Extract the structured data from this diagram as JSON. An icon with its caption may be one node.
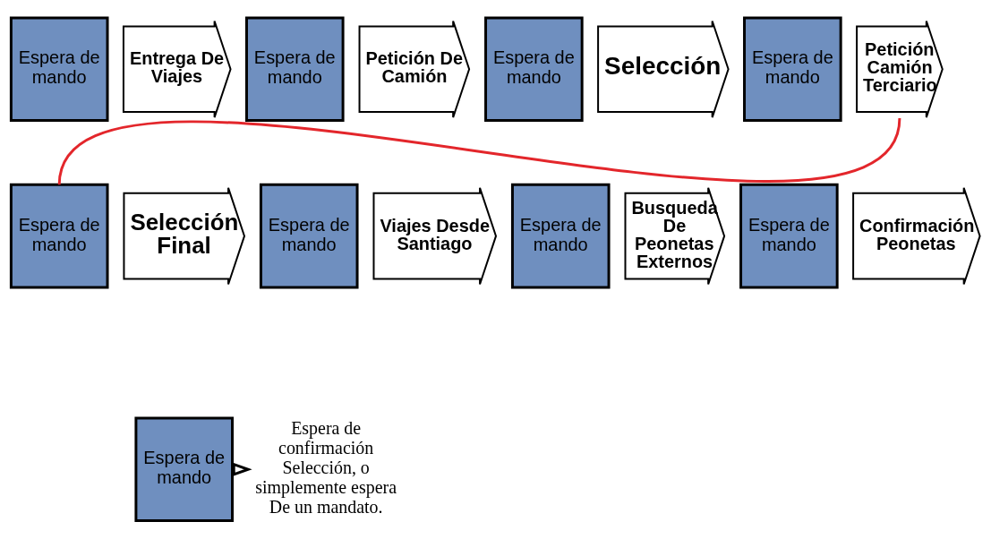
{
  "diagram": {
    "nodes": [
      {
        "text": [
          "Espera de mando"
        ]
      },
      {
        "text": [
          "Entrega De Viajes"
        ]
      },
      {
        "text": [
          "Espera de mando"
        ]
      },
      {
        "text": [
          "Petición De Camión"
        ]
      },
      {
        "text": [
          "Espera de mando"
        ]
      },
      {
        "text": [
          "Selección"
        ]
      },
      {
        "text": [
          "Espera de mando"
        ]
      },
      {
        "text": [
          "Petición Camión Terciario"
        ]
      },
      {
        "text": [
          "Espera de mando"
        ]
      },
      {
        "text": [
          "Selección Final"
        ]
      },
      {
        "text": [
          "Espera de mando"
        ]
      },
      {
        "text": [
          "Viajes Desde Santiago"
        ]
      },
      {
        "text": [
          "Espera de mando"
        ]
      },
      {
        "text": [
          "Busqueda De Peonetas Externos"
        ]
      },
      {
        "text": [
          "Espera de mando"
        ]
      },
      {
        "text": [
          "Confirmación Peonetas"
        ]
      },
      {
        "text": [
          "Espera de mando"
        ]
      },
      {
        "text": [
          "Espera de confirmación Selección, o simplemente espera De un mandato."
        ]
      }
    ],
    "edges": [
      {
        "from": 7,
        "to": 8,
        "arrow": "none",
        "color": "#e3262b"
      },
      {
        "from": 16,
        "to": 17,
        "arrow": "to"
      }
    ]
  }
}
